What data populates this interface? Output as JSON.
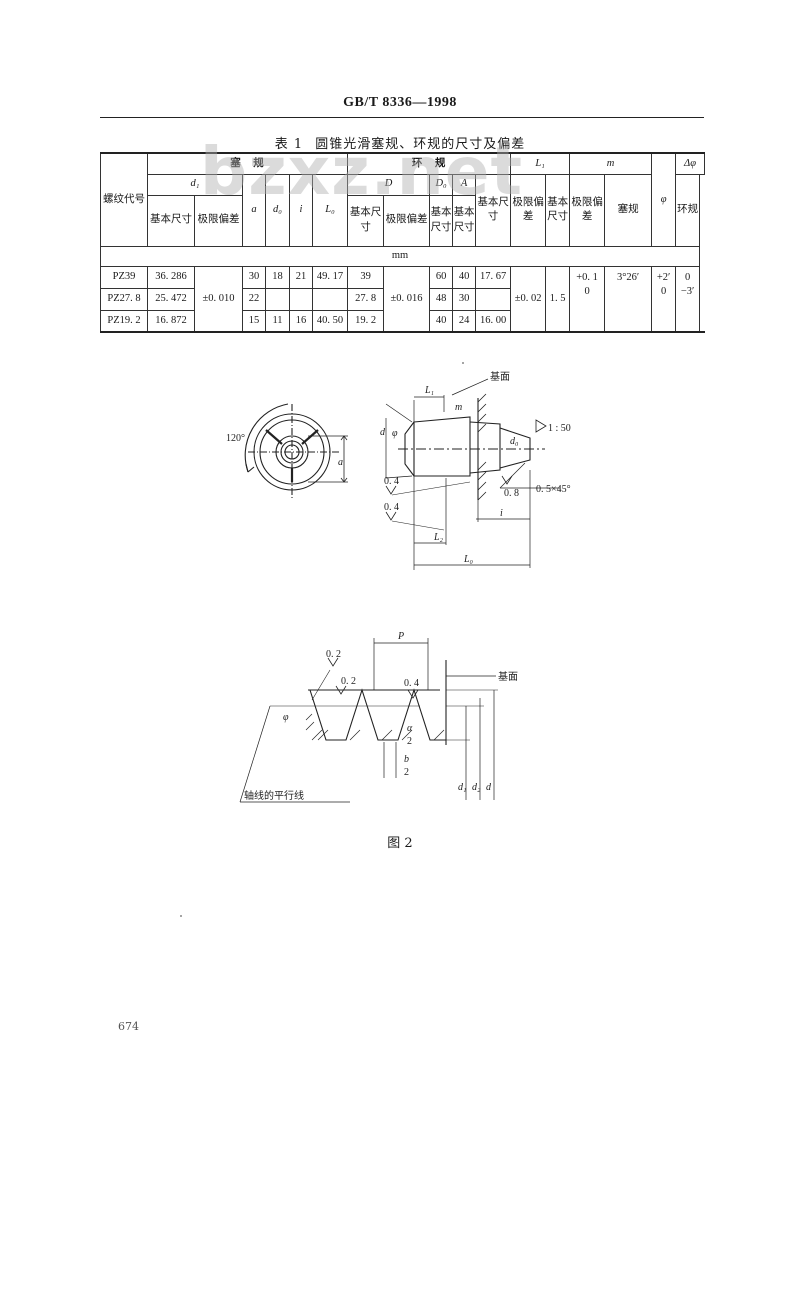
{
  "header": {
    "standard_no": "GB/T  8336—1998"
  },
  "table": {
    "number": "表 1",
    "title": "圆锥光滑塞规、环规的尺寸及偏差",
    "h_code": "螺纹代号",
    "h_plug": "塞　规",
    "h_ring": "环　规",
    "h_L1": "L₁",
    "h_m": "m",
    "h_dphi": "Δφ",
    "h_d1": "d₁",
    "h_D": "D",
    "h_D0": "D₀",
    "h_A": "A",
    "h_a": "a",
    "h_d0": "d₀",
    "h_i": "i",
    "h_L0": "L₀",
    "h_phi": "φ",
    "h_basic": "基本尺寸",
    "h_tol": "极限偏差",
    "h_basic2": "基本尺寸",
    "h_tol2": "极限偏差",
    "h_basic_s": "基本尺寸",
    "h_basic_s2": "基本尺寸",
    "h_basic_L1": "基本尺寸",
    "h_tol_L1": "极限偏差",
    "h_basic_m": "基本尺寸",
    "h_tol_m": "极限偏差",
    "h_plug_g": "塞规",
    "h_ring_g": "环规",
    "unit": "mm",
    "rows": [
      {
        "code": "PZ39",
        "d1": "36. 286",
        "a": "30",
        "d0": "18",
        "i": "21",
        "L0": "49. 17",
        "D": "39",
        "D0": "60",
        "A": "40",
        "L1": "17. 67"
      },
      {
        "code": "PZ27. 8",
        "d1": "25. 472",
        "a": "22",
        "d0": "",
        "i": "",
        "L0": "",
        "D": "27. 8",
        "D0": "48",
        "A": "30",
        "L1": ""
      },
      {
        "code": "PZ19. 2",
        "d1": "16. 872",
        "a": "15",
        "d0": "11",
        "i": "16",
        "L0": "40. 50",
        "D": "19. 2",
        "D0": "40",
        "A": "24",
        "L1": "16. 00"
      }
    ],
    "tol_d1": "±0. 010",
    "tol_D": "±0. 016",
    "tol_L1": "±0. 02",
    "m_basic": "1. 5",
    "m_tol_up": "+0. 1",
    "m_tol_low": "0",
    "phi": "3°26′",
    "dphi_plug_up": "+2′",
    "dphi_plug_low": "0",
    "dphi_ring_up": "0",
    "dphi_ring_low": "−3′"
  },
  "watermark": "bzxz.net",
  "figure1": {
    "angle": "120°",
    "a": "a",
    "L1": "L₁",
    "base_face": "基面",
    "m": "m",
    "d": "d",
    "phi": "φ",
    "d0": "d₀",
    "taper": "1 : 50",
    "rough_08": "0. 8",
    "chamfer": "0. 5×45°",
    "rough_04a": "0. 4",
    "rough_04b": "0. 4",
    "i": "i",
    "L2": "L₂",
    "L0": "L₀"
  },
  "figure2": {
    "P": "P",
    "rough_02a": "0. 2",
    "rough_02b": "0. 2",
    "rough_04": "0. 4",
    "base_face": "基面",
    "alpha_num": "α",
    "alpha_den": "2",
    "phi": "φ",
    "b_num": "b",
    "b_den": "2",
    "d1": "d₁",
    "d2": "d₂",
    "d": "d",
    "axis_note": "轴线的平行线"
  },
  "caption": "图 2",
  "page_number": "674"
}
